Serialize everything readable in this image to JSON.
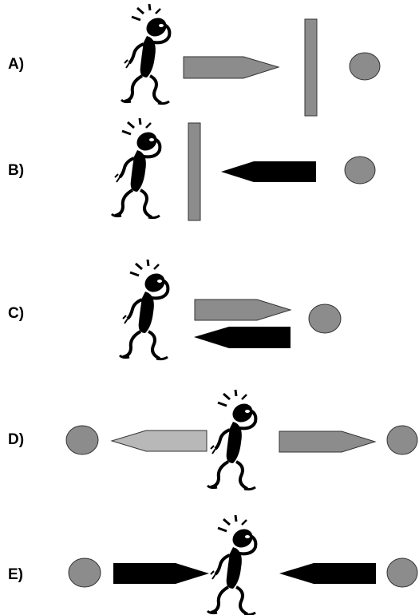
{
  "options": [
    {
      "id": "A",
      "label": "A)"
    },
    {
      "id": "B",
      "label": "B)"
    },
    {
      "id": "C",
      "label": "C)"
    },
    {
      "id": "D",
      "label": "D)"
    },
    {
      "id": "E",
      "label": "E)"
    }
  ],
  "colors": {
    "gray_arrow": "#8c8c8c",
    "light_gray_arrow": "#b8b8b8",
    "black_arrow": "#000000",
    "ball": "#8c8c8c",
    "wall": "#8c8c8c"
  }
}
